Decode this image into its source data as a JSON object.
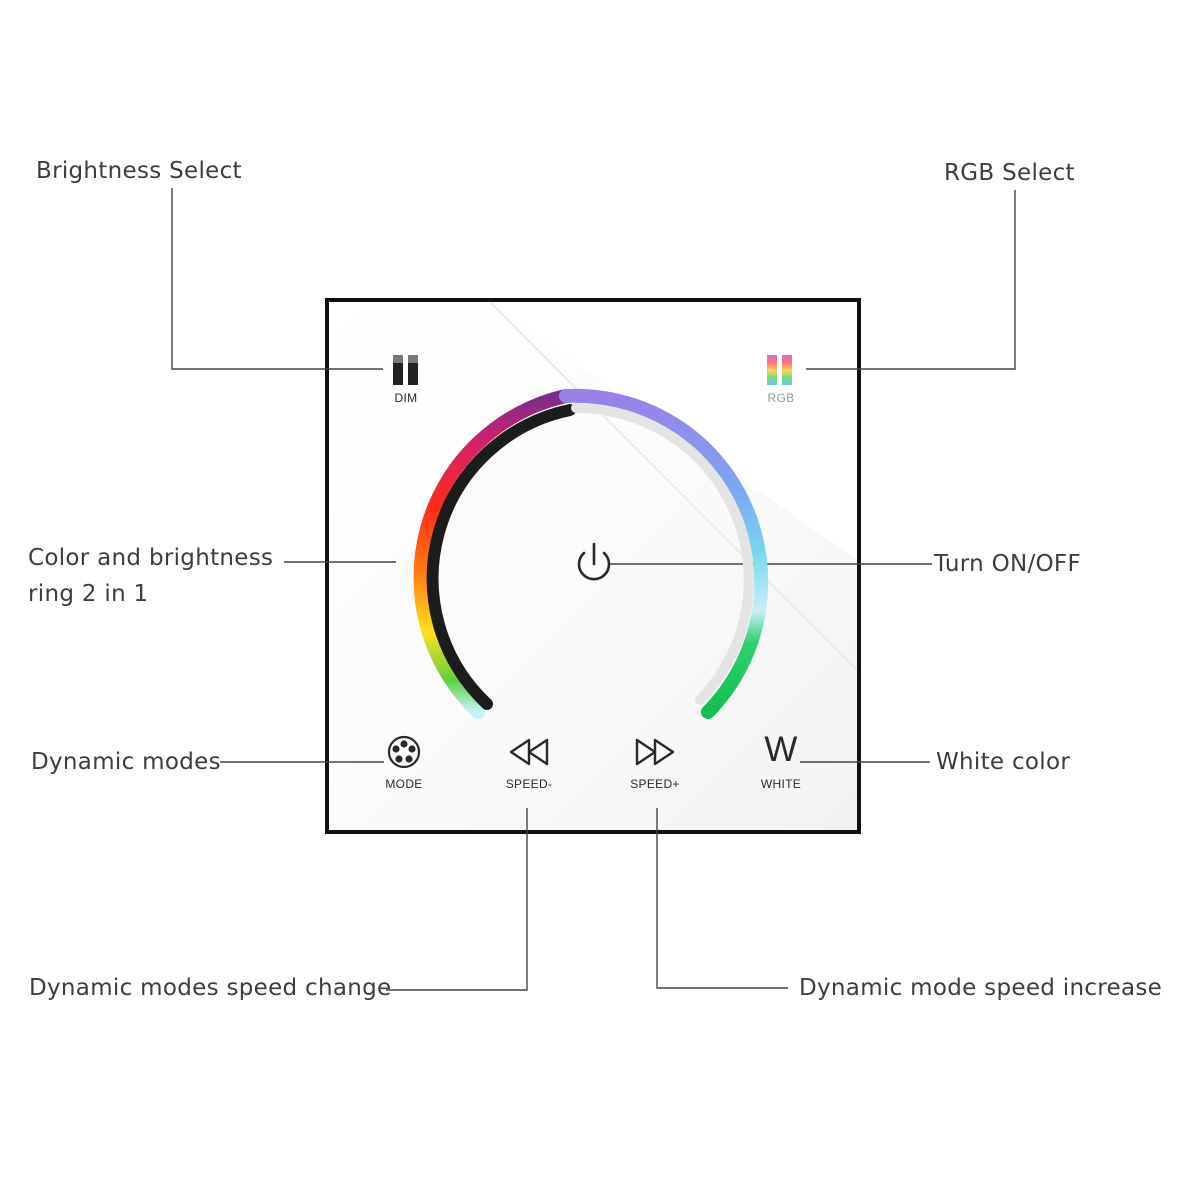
{
  "callouts": {
    "brightness_select": "Brightness Select",
    "rgb_select": "RGB Select",
    "ring_line1": "Color and  brightness",
    "ring_line2": "ring 2 in 1",
    "turn_on_off": "Turn ON/OFF",
    "dynamic_modes": "Dynamic modes",
    "white_color": "White color",
    "speed_change": "Dynamic modes speed change",
    "speed_increase": "Dynamic mode speed increase"
  },
  "panel": {
    "dim_label": "DIM",
    "rgb_label": "RGB",
    "mode_label": "MODE",
    "speed_minus_label": "SPEED-",
    "speed_plus_label": "SPEED+",
    "white_glyph": "W",
    "white_label": "WHITE"
  },
  "icons": {
    "dim": "dim-bars-icon",
    "rgb": "rgb-bars-icon",
    "power": "power-icon",
    "mode": "mode-flower-icon",
    "rewind": "rewind-icon",
    "fast_forward": "fast-forward-icon"
  },
  "colors": {
    "panel_white": "#ffffff",
    "panel_frame": "#1a1a1a",
    "leader_line": "#444444",
    "label_text": "#3d3d3d"
  }
}
